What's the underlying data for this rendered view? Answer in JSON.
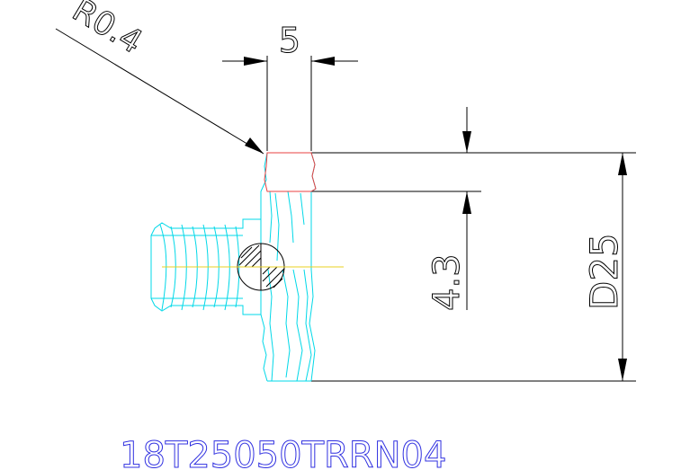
{
  "drawing": {
    "radius_label": "R0.4",
    "width_label": "5",
    "depth_label": "4.3",
    "diameter_label": "D25",
    "part_number": "18T25050TRRN04"
  },
  "colors": {
    "background": "#ffffff",
    "dimension": "#000000",
    "part_outline": "#00d8e8",
    "highlight": "#e84040",
    "centerline": "#e8d020",
    "part_number_text": "#3030e0"
  }
}
